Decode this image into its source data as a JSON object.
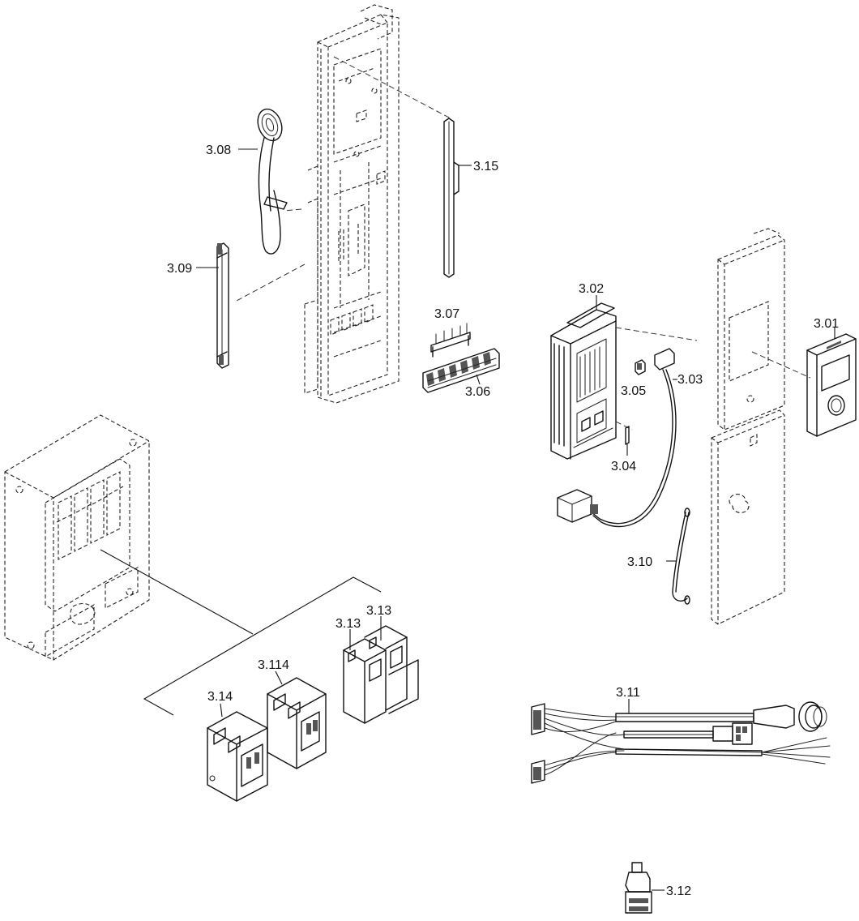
{
  "diagram": {
    "parts": [
      {
        "id": "p-301",
        "label": "3.01"
      },
      {
        "id": "p-302",
        "label": "3.02"
      },
      {
        "id": "p-303",
        "label": "3.03"
      },
      {
        "id": "p-304",
        "label": "3.04"
      },
      {
        "id": "p-305",
        "label": "3.05"
      },
      {
        "id": "p-306",
        "label": "3.06"
      },
      {
        "id": "p-307",
        "label": "3.07"
      },
      {
        "id": "p-308",
        "label": "3.08"
      },
      {
        "id": "p-309",
        "label": "3.09"
      },
      {
        "id": "p-310",
        "label": "3.10"
      },
      {
        "id": "p-311",
        "label": "3.11"
      },
      {
        "id": "p-312",
        "label": "3.12"
      },
      {
        "id": "p-313a",
        "label": "3.13"
      },
      {
        "id": "p-313b",
        "label": "3.13"
      },
      {
        "id": "p-314",
        "label": "3.14"
      },
      {
        "id": "p-3114",
        "label": "3.114"
      },
      {
        "id": "p-315",
        "label": "3.15"
      }
    ]
  }
}
